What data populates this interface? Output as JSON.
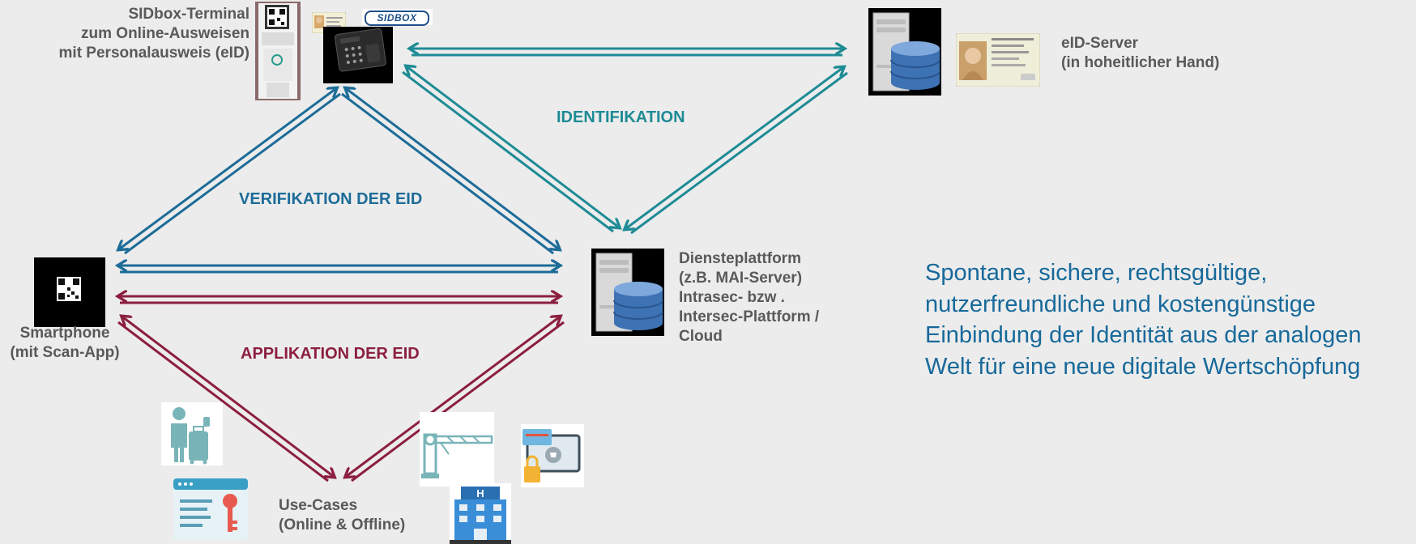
{
  "colors": {
    "verification": "#1d6c98",
    "identification": "#1e8b95",
    "application": "#8c1f3e",
    "label_gray": "#595959",
    "tagline": "#17699a"
  },
  "nodes": {
    "terminal": {
      "label_lines": [
        "SIDbox-Terminal",
        "zum Online-Ausweisen",
        "mit Personalausweis (eID)"
      ],
      "logo_text": "SIDBOX"
    },
    "eid_server": {
      "label_lines": [
        "eID-Server",
        "(in hoheitlicher Hand)"
      ]
    },
    "smartphone": {
      "label_lines": [
        "Smartphone",
        "(mit Scan-App)"
      ]
    },
    "service_platform": {
      "label_lines": [
        "Diensteplattform",
        "(z.B. MAI-Server)",
        "Intrasec- bzw .",
        "Intersec-Plattform /",
        "Cloud"
      ]
    },
    "use_cases": {
      "label_lines": [
        "Use-Cases",
        "(Online & Offline)"
      ],
      "icons": [
        "traveler-icon",
        "web-key-icon",
        "barrier-gate-icon",
        "hotel-icon",
        "online-shop-icon"
      ]
    }
  },
  "edges": {
    "identification": "IDENTIFIKATION",
    "verification": "VERIFIKATION DER EID",
    "application": "APPLIKATION DER EID"
  },
  "tagline_lines": [
    "Spontane, sichere, rechtsgültige,",
    "nutzerfreundliche und kostengünstige",
    "Einbindung der Identität aus der analogen",
    "Welt für eine neue digitale Wertschöpfung"
  ]
}
